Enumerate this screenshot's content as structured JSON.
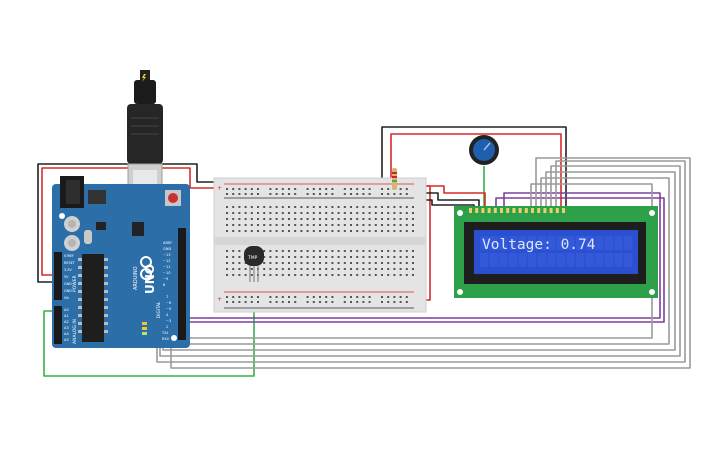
{
  "lcd": {
    "text": "Voltage: 0.74"
  },
  "arduino": {
    "logo_text": "UNO",
    "brand_text": "ARDUINO",
    "power_header_label": "POWER",
    "analog_header_label": "ANALOG IN",
    "digital_header_label": "DIGITAL",
    "power_pins": [
      "IOREF",
      "RESET",
      "3.3V",
      "5V",
      "GND",
      "GND",
      "Vin"
    ],
    "analog_pins": [
      "A0",
      "A1",
      "A2",
      "A3",
      "A4",
      "A5"
    ],
    "digital_pins_top": [
      "AREF",
      "GND",
      "~13",
      "~12",
      "~11",
      "~10",
      "~9",
      "8"
    ],
    "digital_pins_bottom": [
      "7",
      "~6",
      "~5",
      "4",
      "~3",
      "2",
      "TX1",
      "RX0"
    ]
  },
  "sensor": {
    "label": "TMP"
  },
  "colors": {
    "arduino_board": "#2c6fa8",
    "breadboard": "#e3e3e3",
    "lcd_frame": "#2fa04a",
    "lcd_screen": "#2b4fd1",
    "wire_red": "#d62b2b",
    "wire_black": "#222222",
    "wire_green": "#36b04a",
    "wire_purple": "#7b3f9e",
    "wire_gray": "#9a9a9a",
    "potentiometer_knob": "#1f5fae"
  }
}
